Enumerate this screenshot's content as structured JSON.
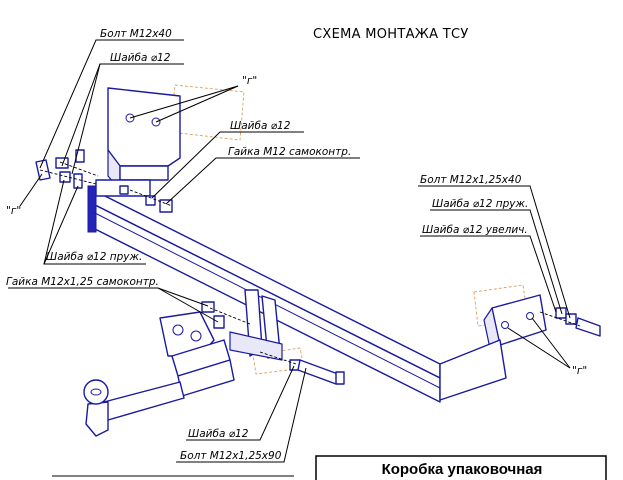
{
  "title": "СХЕМА МОНТАЖА ТСУ",
  "labels": {
    "bolt_m12x40": "Болт М12х40",
    "washer_12_top": "Шайба ⌀12",
    "washer_12_mid": "Шайба ⌀12",
    "nut_m12_selflock": "Гайка М12 самоконтр.",
    "washer_12_spring_left": "Шайба ⌀12 пруж.",
    "nut_m12x125_selflock": "Гайка М12х1,25 самоконтр.",
    "bolt_m12x125x40": "Болт М12х1,25х40",
    "washer_12_spring_right": "Шайба ⌀12 пруж.",
    "washer_12_enlarged": "Шайба ⌀12 увелич.",
    "washer_12_bottom": "Шайба ⌀12",
    "bolt_m12x125x90": "Болт М12х1,25х90",
    "callout_g_left": "\"г\"",
    "callout_g_top": "\"г\"",
    "callout_g_right": "\"г\""
  },
  "box": {
    "text": "Коробка упаковочная"
  },
  "colors": {
    "line": "#1a1aa0",
    "fill": "#2424b8",
    "hatch": "#d9a25a"
  }
}
